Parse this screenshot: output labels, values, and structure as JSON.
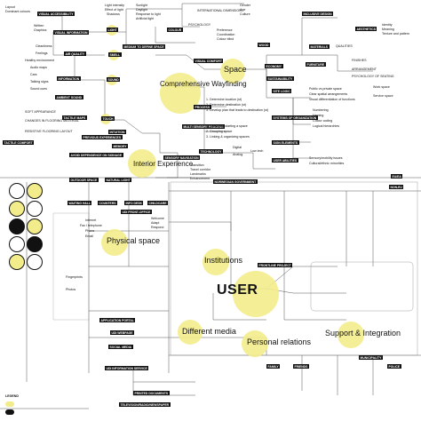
{
  "top_left": {
    "layout": "Layout",
    "dominant_colours": "Dominant colours",
    "visual_accessibility": "VISUAL ACCESSIBILITY",
    "written": "Written",
    "graphics": "Graphics",
    "visual_information": "VISUAL INFORMATION",
    "light": "LIGHT",
    "light_intensity": "Light intensity",
    "effect_of_light": "Effect of light",
    "shadows": "Shadows",
    "sunlight": "Sunlight",
    "daylight": "Daylight",
    "response_to_light": "Response to light",
    "artificial_light": "Artificial light",
    "colour": "COLOUR",
    "psychology": "PSYCHOLOGY",
    "gender": "Gender",
    "age": "Age",
    "culture": "Culture",
    "preference": "Preference",
    "coordination": "Coordination",
    "colour_blind": "Colour blind",
    "intl_dimension": "INTERNATIONAL DIMENSION",
    "inclusive_design": "INCLUSIVE DESIGN",
    "aesthetics": "AESTHETICS",
    "identity": "Identity",
    "meaning": "Meaning",
    "texture_and_pattern": "Texture and pattern"
  },
  "senses": {
    "smell": "SMELL",
    "sound": "SOUND",
    "touch": "TOUCH",
    "information": "INFORMATION",
    "air_quality": "AIR QUALITY",
    "cleanliness": "Cleanliness",
    "feelings": "Feelings",
    "healthy_environment": "Healthy environment",
    "audio_maps": "Audio maps",
    "cars": "Cars",
    "talking_signs": "Talking signs",
    "sound_cues": "Sound cues",
    "ambient_sound": "AMBIENT SOUND",
    "tactile_maps": "TACTILE MAPS",
    "soft_appearance": "SOFT APPEARANCE",
    "changes_in_flooring": "CHANGES IN FLOORING MATERIAL",
    "resistive_flooring": "RESISTIVE FLOORING LAYOUT",
    "tactile_comfort": "TACTILE COMFORT",
    "medium_to_define_space": "MEDIUM TO DEFINE SPACE",
    "visual_comfort": "VISUAL COMFORT"
  },
  "wayfinding": {
    "space": "Space",
    "comprehensive_wayfinding": "Comprehensive Wayfinding",
    "process": "PROCESS",
    "multi_sensory_process": "MULTI SENSORY PROCESS",
    "step1": "1. Determine location (st)",
    "step2": "2. Determine destination (st)",
    "step3": "3. Develop plan that leads to destination (st)",
    "step4": "1. Identifying starting a space",
    "step5": "2. Grouping space",
    "step6": "3. Linking & organizing spaces",
    "site_logic": "SITE LOGIC",
    "systems_of_organization": "SYSTEMS OF ORGANIZATION",
    "sign_elements": "SIGN ELEMENTS",
    "user_abilities": "USER ABILITIES",
    "technology": "TECHNOLOGY",
    "digital": "Digital",
    "analog": "Analog",
    "low_tech": "Low tech",
    "intuition": "INTUITION",
    "memory": "MEMORY",
    "previous_experiences": "PREVIOUS EXPERIENCES",
    "avoid_dependence_on_signage": "AVOID DEPENDENCE ON SIGNAGE",
    "sensory_navigation": "SENSORY NAVIGATION",
    "transition": "Transition",
    "travel_corridor": "Travel corridor",
    "landmarks": "Landmarks",
    "enhancement": "Enhancement",
    "interior_experience": "Interior Experience",
    "public_vs_private": "Public vs private space",
    "clear_spatial_arrangements": "Clear spatial arrangements",
    "visual_differentiation": "Visual differentiation of functions",
    "numbering": "Numbering",
    "naming": "Naming",
    "colour_coding": "Colour coding",
    "logical_hierarchies": "Logical hierarchies",
    "sensory_mobility": "Sensory/mobility issues",
    "cultural_ethnic": "Cultural/ethnic minorities"
  },
  "top_right": {
    "materials": "MATERIALS",
    "wood": "WOOD",
    "economy": "ECONOMY",
    "furniture": "FURNITURE",
    "sustainability": "SUSTAINABILITY",
    "qualities": "QUALITIES",
    "work_space": "Work space",
    "service_space": "Service space",
    "psychology_of_seating": "PSYCHOLOGY OF SEATING",
    "arrangement": "ARRANGEMENT",
    "finishes": "FINISHES"
  },
  "themes": {
    "physical_space": "Physical space",
    "institutions": "Institutions",
    "user": "USER",
    "different_media": "Different media",
    "personal_relations": "Personal relations",
    "support_integration": "Support & Integration"
  },
  "middle": {
    "outdoor_space": "OUTDOOR SPACE",
    "natural_light": "NATURAL LIGHT",
    "waiting_hall": "WAITING HALL",
    "counters": "COUNTERS",
    "info_desk": "INFO DESK",
    "childcare": "CHILDCARE",
    "udi_front_office": "UDI FRONT-OFFICE",
    "welcome": "Welcome",
    "adapt": "Adapt",
    "respond": "Respond",
    "internet": "Internet",
    "fax_telephone": "Fax / telephone",
    "phone": "Phone",
    "email": "Email",
    "fingerprints": "Fingerprints",
    "photos": "Photos",
    "norwegian_government": "NORWEGIAN GOVERNMENT",
    "eu_eea": "EU/EA",
    "non_eu": "NON-EU",
    "frontline_project": "FRONTLINE PROJECT",
    "udi_information_service": "UDI INFORMATION SERVICE",
    "printed_documents": "PRINTED DOCUMENTS",
    "television": "TELEVISION/RADIO/NEWSPAPER",
    "udi_webpage": "UDI WEBPAGE",
    "application_portal": "APPLICATION PORTAL",
    "social_media": "SOCIAL MEDIA",
    "family": "FAMILY",
    "friends": "FRIENDS",
    "municipality": "MUNICIPALITY",
    "police": "POLICE",
    "legend": "LEGEND"
  },
  "colors": {
    "highlight": "#f3ec8b",
    "ink": "#111111",
    "line": "#555555"
  }
}
